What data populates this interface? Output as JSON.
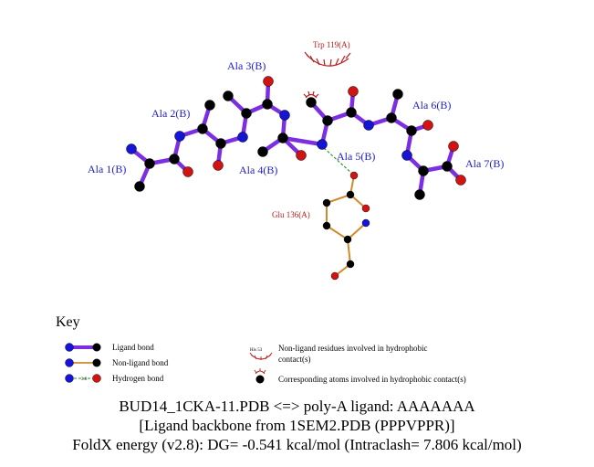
{
  "colors": {
    "ligand_bond": "#7b2fe0",
    "nonligand_bond": "#d08a2c",
    "carbon": "#000000",
    "nitrogen": "#1515d6",
    "oxygen": "#d01414",
    "hbond": "#2a9a2a",
    "hydrophobic": "#b81d1d",
    "label_blue": "#1f1fc8"
  },
  "diagram": {
    "residue_labels": [
      "Ala 1(B)",
      "Ala 2(B)",
      "Ala 3(B)",
      "Ala 4(B)",
      "Ala 5(B)",
      "Ala 6(B)",
      "Ala 7(B)"
    ],
    "contact_labels": [
      "Trp 119(A)",
      "Glu 136(A)"
    ]
  },
  "key": {
    "title": "Key",
    "ligand_bond": "Ligand bond",
    "nonligand_bond": "Non-ligand bond",
    "hbond": "Hydrogen bond",
    "hbond_distance": "3.0",
    "hydrophobic_res_label": "His 53",
    "hydrophobic_res_line1": "Non-ligand residues involved in hydrophobic",
    "hydrophobic_res_line2": "contact(s)",
    "hydrophobic_atoms": "Corresponding atoms involved in hydrophobic contact(s)"
  },
  "caption": {
    "line1": "BUD14_1CKA-11.PDB <=> poly-A ligand: AAAAAAA",
    "line2": "[Ligand backbone from 1SEM2.PDB (PPPVPPR)]",
    "line3": "FoldX energy (v2.8): DG= -0.541 kcal/mol (Intraclash= 7.806 kcal/mol)"
  }
}
